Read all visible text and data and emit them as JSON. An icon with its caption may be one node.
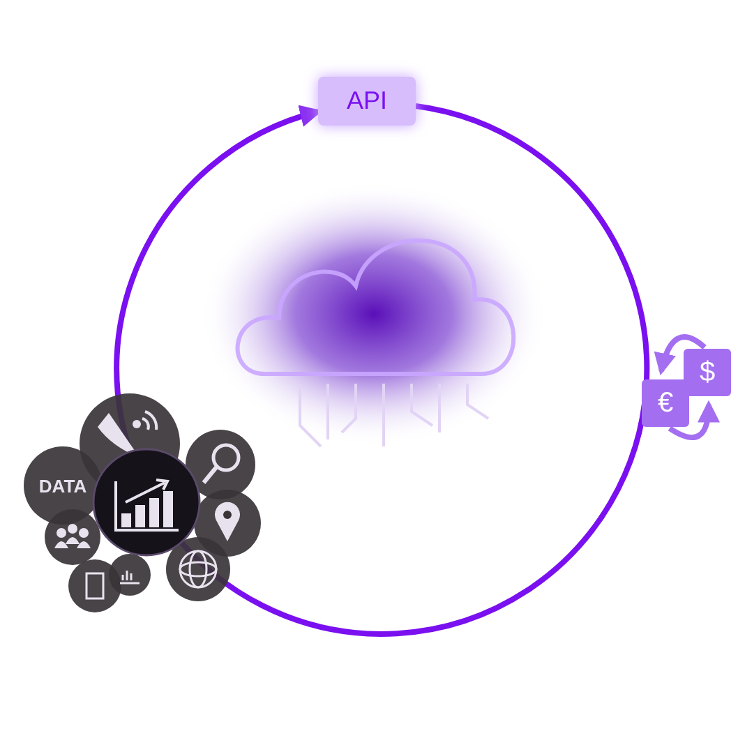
{
  "diagram": {
    "nodes": [
      {
        "text": [
          "API"
        ]
      },
      {
        "text": [
          "DATA"
        ]
      },
      {
        "text": [
          "€"
        ]
      },
      {
        "text": [
          "$"
        ]
      }
    ],
    "edges": [
      {
        "from": 0,
        "to": 0,
        "arrow": "to",
        "color": "#7a10f0"
      },
      {
        "from": 3,
        "to": 2,
        "arrow": "to"
      },
      {
        "from": 2,
        "to": 3,
        "arrow": "to"
      }
    ]
  }
}
